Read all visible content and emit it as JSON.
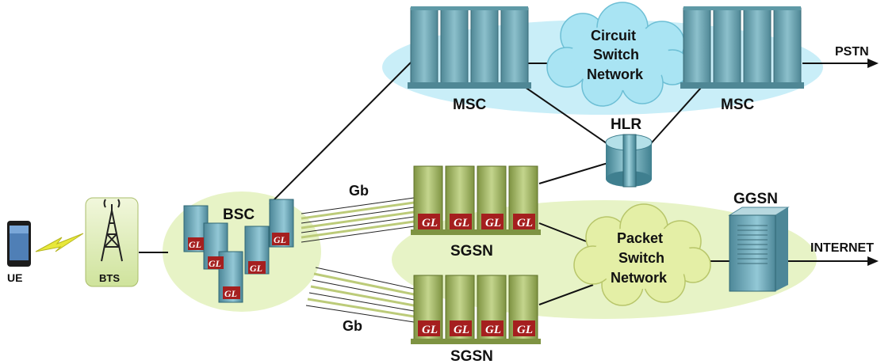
{
  "labels": {
    "ue": "UE",
    "bts": "BTS",
    "bsc": "BSC",
    "msc_left": "MSC",
    "msc_right": "MSC",
    "hlr": "HLR",
    "sgsn_top": "SGSN",
    "sgsn_bottom": "SGSN",
    "ggsn": "GGSN",
    "pstn": "PSTN",
    "internet": "INTERNET",
    "gb_top": "Gb",
    "gb_bottom": "Gb",
    "circuit_cloud": [
      "Circuit",
      "Switch",
      "Network"
    ],
    "packet_cloud": [
      "Packet",
      "Switch",
      "Network"
    ]
  },
  "logo_text": "GL",
  "colors": {
    "ellipse_blue": "#c9eef8",
    "ellipse_green": "#e7f3c6",
    "cloud_blue": "#a9e4f3",
    "cloud_green": "#e4efa6",
    "msc_rack": "#6fa4b0",
    "sgsn_rack": "#a6b86a",
    "gl_red": "#a51f1f",
    "bsc_server": "#6fa7b7",
    "ggsn_server": "#7faeb8",
    "bts_box": "#e6f0c6"
  }
}
